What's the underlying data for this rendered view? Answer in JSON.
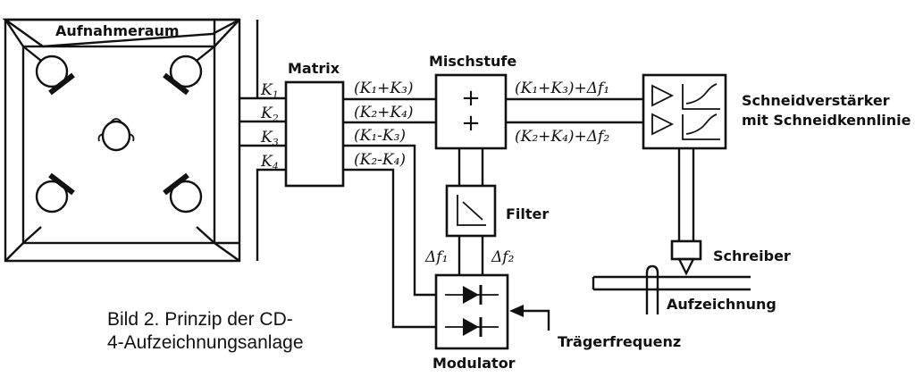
{
  "labels": {
    "aufnahmeraum": "Aufnahmeraum",
    "matrix": "Matrix",
    "mischstufe": "Mischstufe",
    "filter": "Filter",
    "modulator": "Modulator",
    "schneidverstaerker_line1": "Schneidverstärker",
    "schneidverstaerker_line2": "mit Schneidkennlinie",
    "schreiber": "Schreiber",
    "aufzeichnung": "Aufzeichnung",
    "traegerfrequenz": "Trägerfrequenz"
  },
  "channels": {
    "k1": "K",
    "k1_sub": "1",
    "k2": "K",
    "k2_sub": "2",
    "k3": "K",
    "k3_sub": "3",
    "k4": "K",
    "k4_sub": "4"
  },
  "signals": {
    "s1": "(K₁+K₃)",
    "s2": "(K₂+K₄)",
    "s3": "(K₁-K₃)",
    "s4": "(K₂-K₄)",
    "out1": "(K₁+K₃)+Δf₁",
    "out2": "(K₂+K₄)+Δf₂",
    "df1": "Δf₁",
    "df2": "Δf₂"
  },
  "mixer_symbols": {
    "plus1": "+",
    "plus2": "+"
  },
  "caption": {
    "line1": "Bild 2. Prinzip der CD-",
    "line2": "4-Aufzeichnungsanlage"
  }
}
